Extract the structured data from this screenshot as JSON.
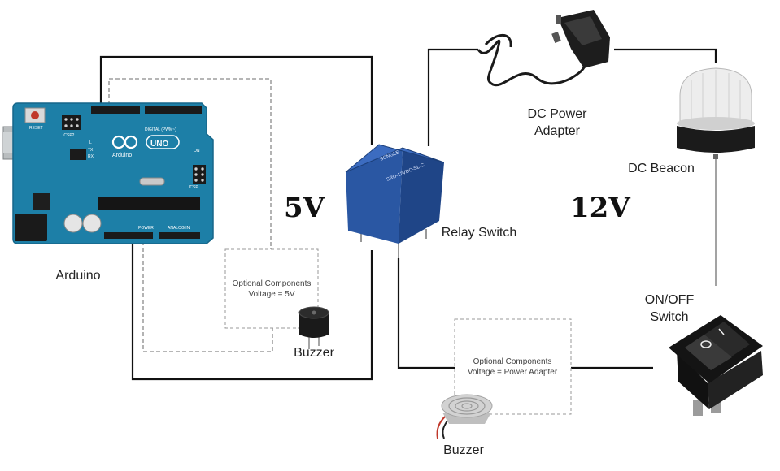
{
  "labels": {
    "arduino": "Arduino",
    "relay": "Relay Switch",
    "dc_adapter": "DC Power\nAdapter",
    "dc_beacon": "DC Beacon",
    "on_off_switch": "ON/OFF\nSwitch",
    "buzzer_5v": "Buzzer",
    "buzzer_12v": "Buzzer"
  },
  "voltages": {
    "left": "5V",
    "right": "12V"
  },
  "optional_left": {
    "title": "Optional Components",
    "voltage": "Voltage = 5V"
  },
  "optional_right": {
    "title": "Optional Components",
    "voltage": "Voltage = Power Adapter"
  },
  "arduino_board": {
    "reset": "RESET",
    "icsp2": "ICSP2",
    "uno": "UNO",
    "brand": "Arduino",
    "digital": "DIGITAL (PWM~)",
    "tx": "TX",
    "rx": "RX",
    "on": "ON",
    "l": "L",
    "power": "POWER",
    "analog": "ANALOG IN",
    "icsp": "ICSP"
  },
  "relay_markings": {
    "brand": "SONGLE",
    "model": "SRD-12VDC-SL-C"
  },
  "colors": {
    "wire": "#111111",
    "dashed_wire": "#8a8a8a",
    "arduino_blue": "#1d7fa7",
    "relay_blue": "#27509a"
  }
}
